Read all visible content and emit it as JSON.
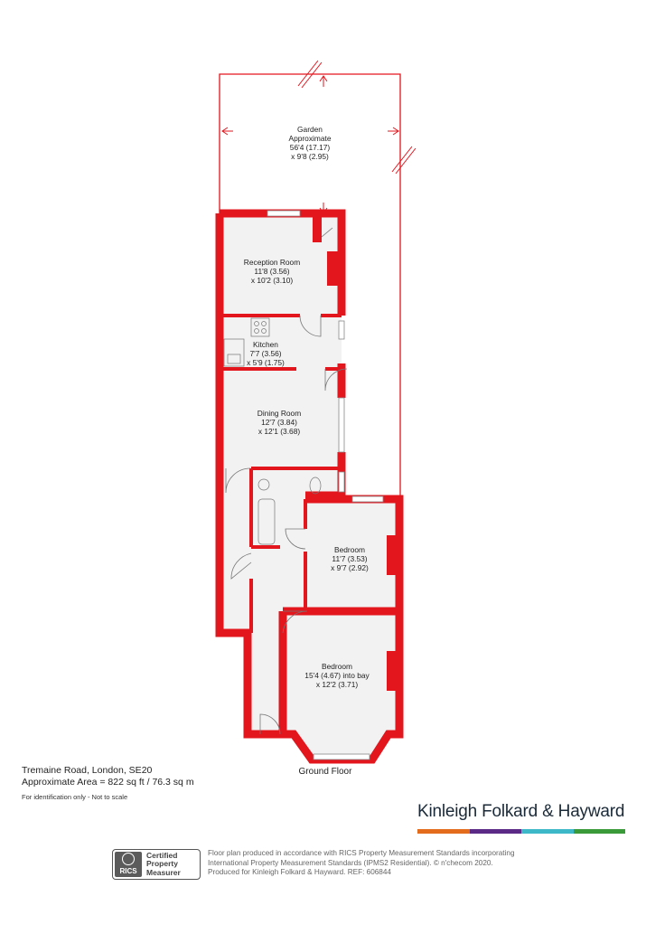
{
  "rooms": {
    "garden": {
      "name": "Garden",
      "line2": "Approximate",
      "dim1": "56'4 (17.17)",
      "dim2": "x 9'8 (2.95)"
    },
    "reception": {
      "name": "Reception Room",
      "dim1": "11'8 (3.56)",
      "dim2": "x 10'2 (3.10)"
    },
    "kitchen": {
      "name": "Kitchen",
      "dim1": "7'7 (3.56)",
      "dim2": "x 5'9 (1.75)"
    },
    "dining": {
      "name": "Dining Room",
      "dim1": "12'7 (3.84)",
      "dim2": "x 12'1 (3.68)"
    },
    "bedroom1": {
      "name": "Bedroom",
      "dim1": "11'7 (3.53)",
      "dim2": "x 9'7 (2.92)"
    },
    "bedroom2": {
      "name": "Bedroom",
      "dim1": "15'4 (4.67) into bay",
      "dim2": "x 12'2 (3.71)"
    }
  },
  "floor_label": "Ground Floor",
  "info": {
    "address": "Tremaine Road, London, SE20",
    "area": "Approximate Area = 822 sq ft / 76.3 sq m",
    "note": "For identification only - Not to scale"
  },
  "brand": {
    "name": "Kinleigh Folkard & Hayward",
    "bar_colors": [
      "#e36c1c",
      "#5b2a86",
      "#3cb8c8",
      "#3a9a3a"
    ]
  },
  "rics": {
    "mark": "RICS",
    "line1": "Certified",
    "line2": "Property",
    "line3": "Measurer"
  },
  "disclaimer": {
    "line1": "Floor plan produced in accordance with RICS Property Measurement Standards incorporating",
    "line2": "International Property Measurement Standards (IPMS2 Residential).   © n'checom 2020.",
    "line3": "Produced for Kinleigh Folkard & Hayward.   REF: 606844"
  },
  "colors": {
    "wall": "#e3151d",
    "floor": "#f2f2f2"
  }
}
